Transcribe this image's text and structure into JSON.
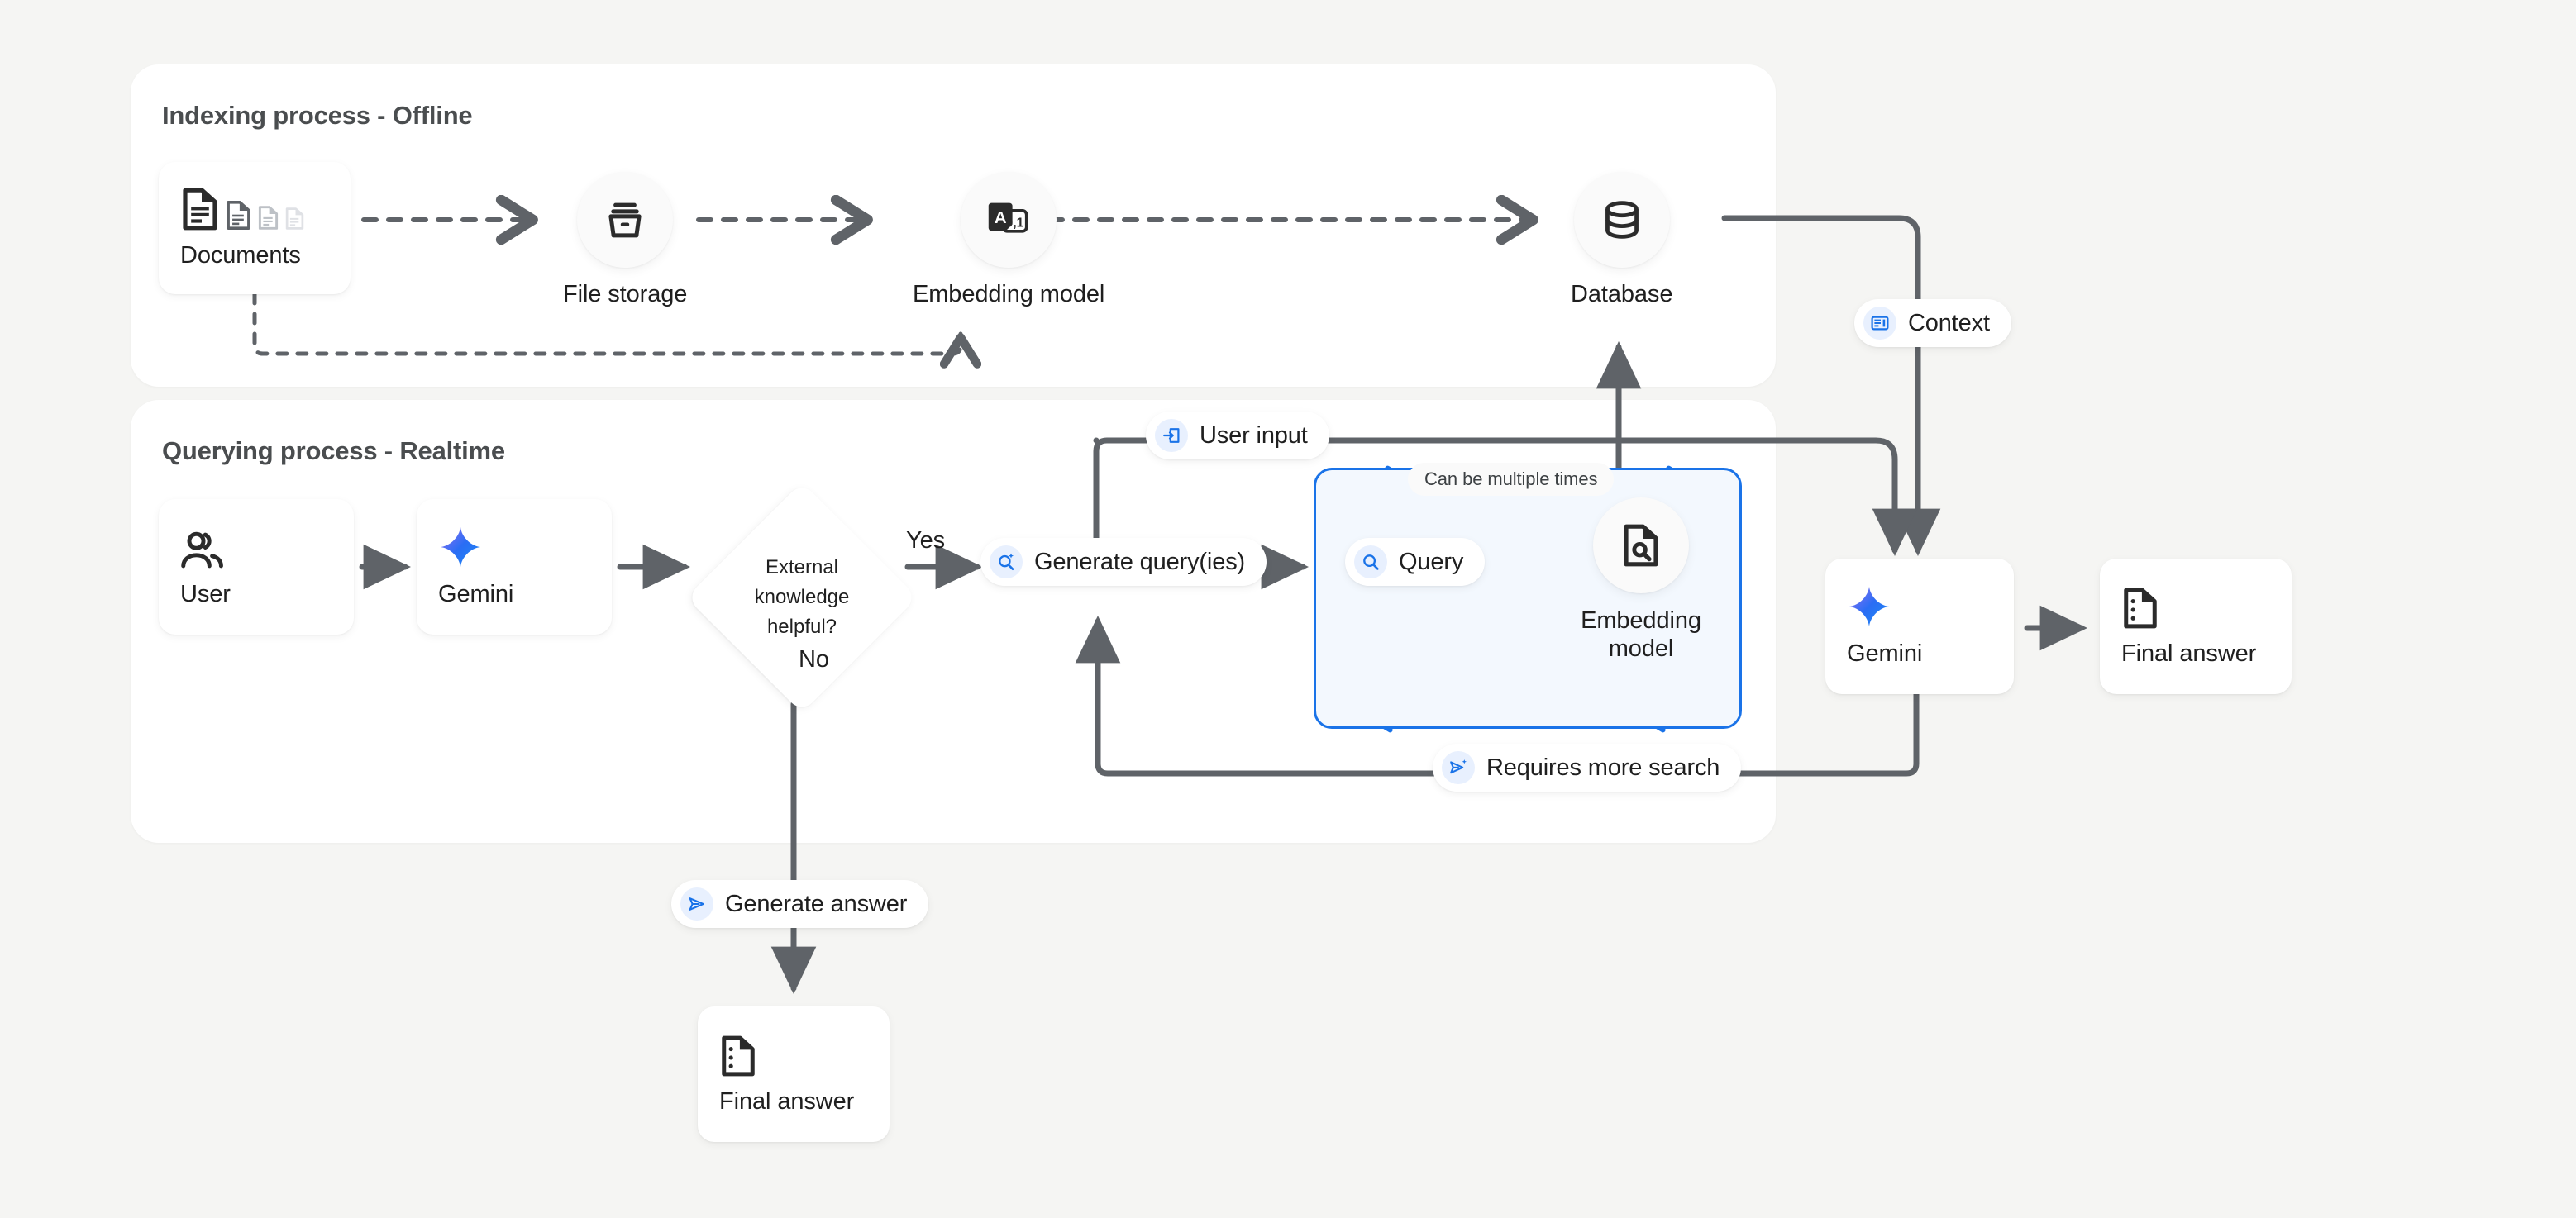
{
  "canvas": {
    "background": "#f5f5f3",
    "accent_blue": "#1a73e8",
    "line_gray": "#5f6368"
  },
  "panels": {
    "indexing": {
      "title": "Indexing process - Offline"
    },
    "querying": {
      "title": "Querying process - Realtime"
    }
  },
  "indexing": {
    "documents": {
      "label": "Documents",
      "icon": "documents-icon"
    },
    "file_storage": {
      "label": "File storage",
      "icon": "archive-box-icon"
    },
    "embedding_model": {
      "label": "Embedding model",
      "icon": "text-to-vector-icon"
    },
    "database": {
      "label": "Database",
      "icon": "database-cylinder-icon"
    }
  },
  "querying": {
    "user": {
      "label": "User",
      "icon": "people-icon"
    },
    "gemini_left": {
      "label": "Gemini",
      "icon": "gemini-sparkle-icon"
    },
    "decision": {
      "line1": "External",
      "line2": "knowledge",
      "line3": "helpful?"
    },
    "yes_label": "Yes",
    "no_label": "No",
    "generate_queries": {
      "label": "Generate query(ies)",
      "icon": "search-sparkle-icon"
    },
    "user_input": {
      "label": "User input",
      "icon": "input-arrow-icon"
    },
    "loop_note": "Can be multiple times",
    "query": {
      "label": "Query",
      "icon": "search-icon"
    },
    "embedding_model_inner": {
      "line1": "Embedding",
      "line2": "model",
      "icon": "document-search-icon"
    },
    "requires_more_search": {
      "label": "Requires more search",
      "icon": "send-sparkle-icon"
    },
    "gemini_right": {
      "label": "Gemini",
      "icon": "gemini-sparkle-icon"
    },
    "final_answer_right": {
      "label": "Final answer",
      "icon": "answer-document-icon"
    },
    "context": {
      "label": "Context",
      "icon": "context-panel-icon"
    },
    "generate_answer": {
      "label": "Generate answer",
      "icon": "send-icon"
    },
    "final_answer_bottom": {
      "label": "Final answer",
      "icon": "answer-document-icon"
    }
  }
}
